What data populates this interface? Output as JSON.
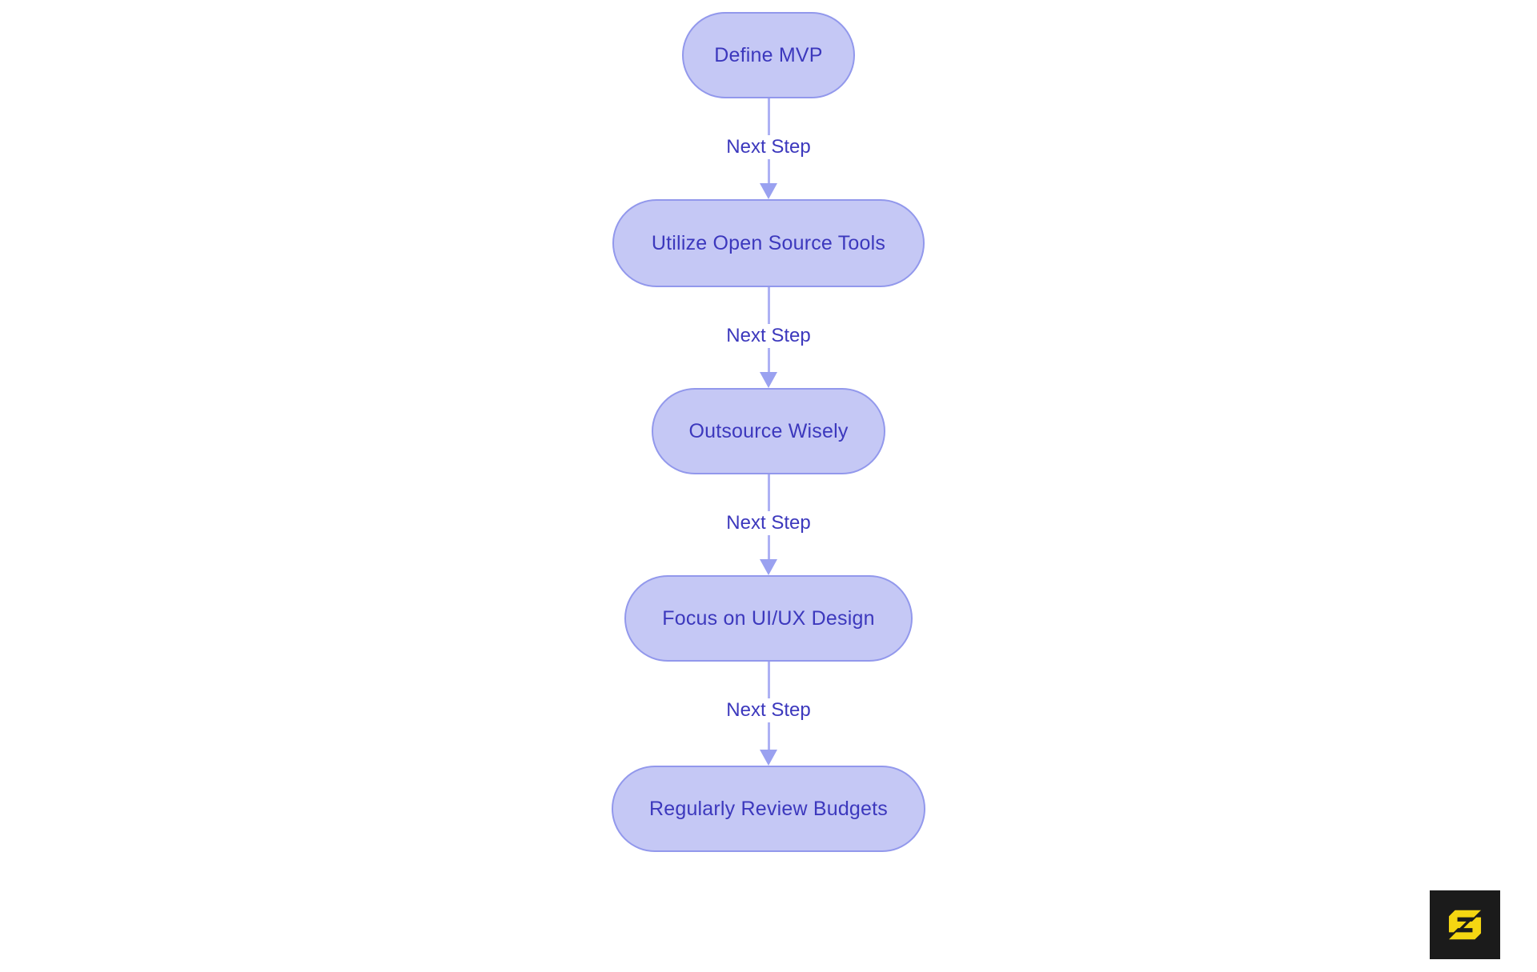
{
  "background": "#ffffff",
  "flowchart": {
    "type": "vertical-flow",
    "nodes": [
      {
        "label": "Define MVP"
      },
      {
        "label": "Utilize Open Source Tools"
      },
      {
        "label": "Outsource Wisely"
      },
      {
        "label": "Focus on UI/UX Design"
      },
      {
        "label": "Regularly Review Budgets"
      }
    ],
    "edges": [
      {
        "from": "Define MVP",
        "to": "Utilize Open Source Tools",
        "label": "Next Step"
      },
      {
        "from": "Utilize Open Source Tools",
        "to": "Outsource Wisely",
        "label": "Next Step"
      },
      {
        "from": "Outsource Wisely",
        "to": "Focus on UI/UX Design",
        "label": "Next Step"
      },
      {
        "from": "Focus on UI/UX Design",
        "to": "Regularly Review Budgets",
        "label": "Next Step"
      }
    ],
    "colors": {
      "node_fill": "#c5c8f5",
      "node_border": "#9298ec",
      "node_text": "#3c38bd",
      "arrow_line": "#adb1f4",
      "arrow_head": "#9aa1f0",
      "edge_label_text": "#3c38bd"
    }
  },
  "watermark": {
    "icon": "angular-s-logo",
    "background": "#1b1b1b",
    "glyph_color": "#f5d612"
  }
}
